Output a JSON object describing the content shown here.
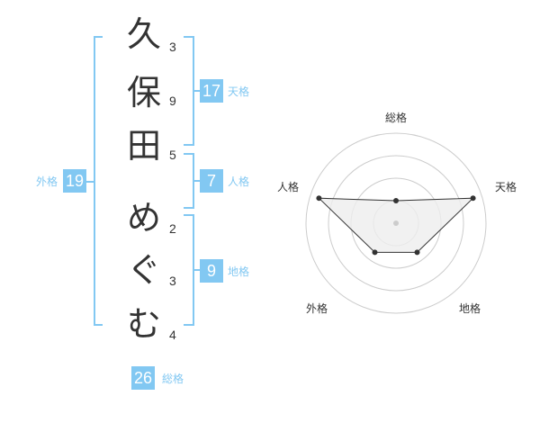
{
  "name": {
    "characters": [
      "久",
      "保",
      "田",
      "め",
      "ぐ",
      "む"
    ],
    "strokes": [
      "3",
      "9",
      "5",
      "2",
      "3",
      "4"
    ]
  },
  "scores": {
    "tenkaku": {
      "value": "17",
      "label": "天格"
    },
    "jinkaku": {
      "value": "7",
      "label": "人格"
    },
    "chikaku": {
      "value": "9",
      "label": "地格"
    },
    "gaikaku": {
      "value": "19",
      "label": "外格"
    },
    "soukaku": {
      "value": "26",
      "label": "総格"
    }
  },
  "radar": {
    "axes": [
      "総格",
      "天格",
      "地格",
      "外格",
      "人格"
    ],
    "levels": 4,
    "values": [
      0.25,
      0.9,
      0.4,
      0.4,
      0.9
    ],
    "colors": {
      "ring": "#cccccc",
      "fill": "#eeeeee",
      "line": "#333333",
      "dot": "#333333",
      "center": "#cccccc"
    }
  },
  "colors": {
    "accent": "#82c8f2",
    "text": "#333333"
  }
}
